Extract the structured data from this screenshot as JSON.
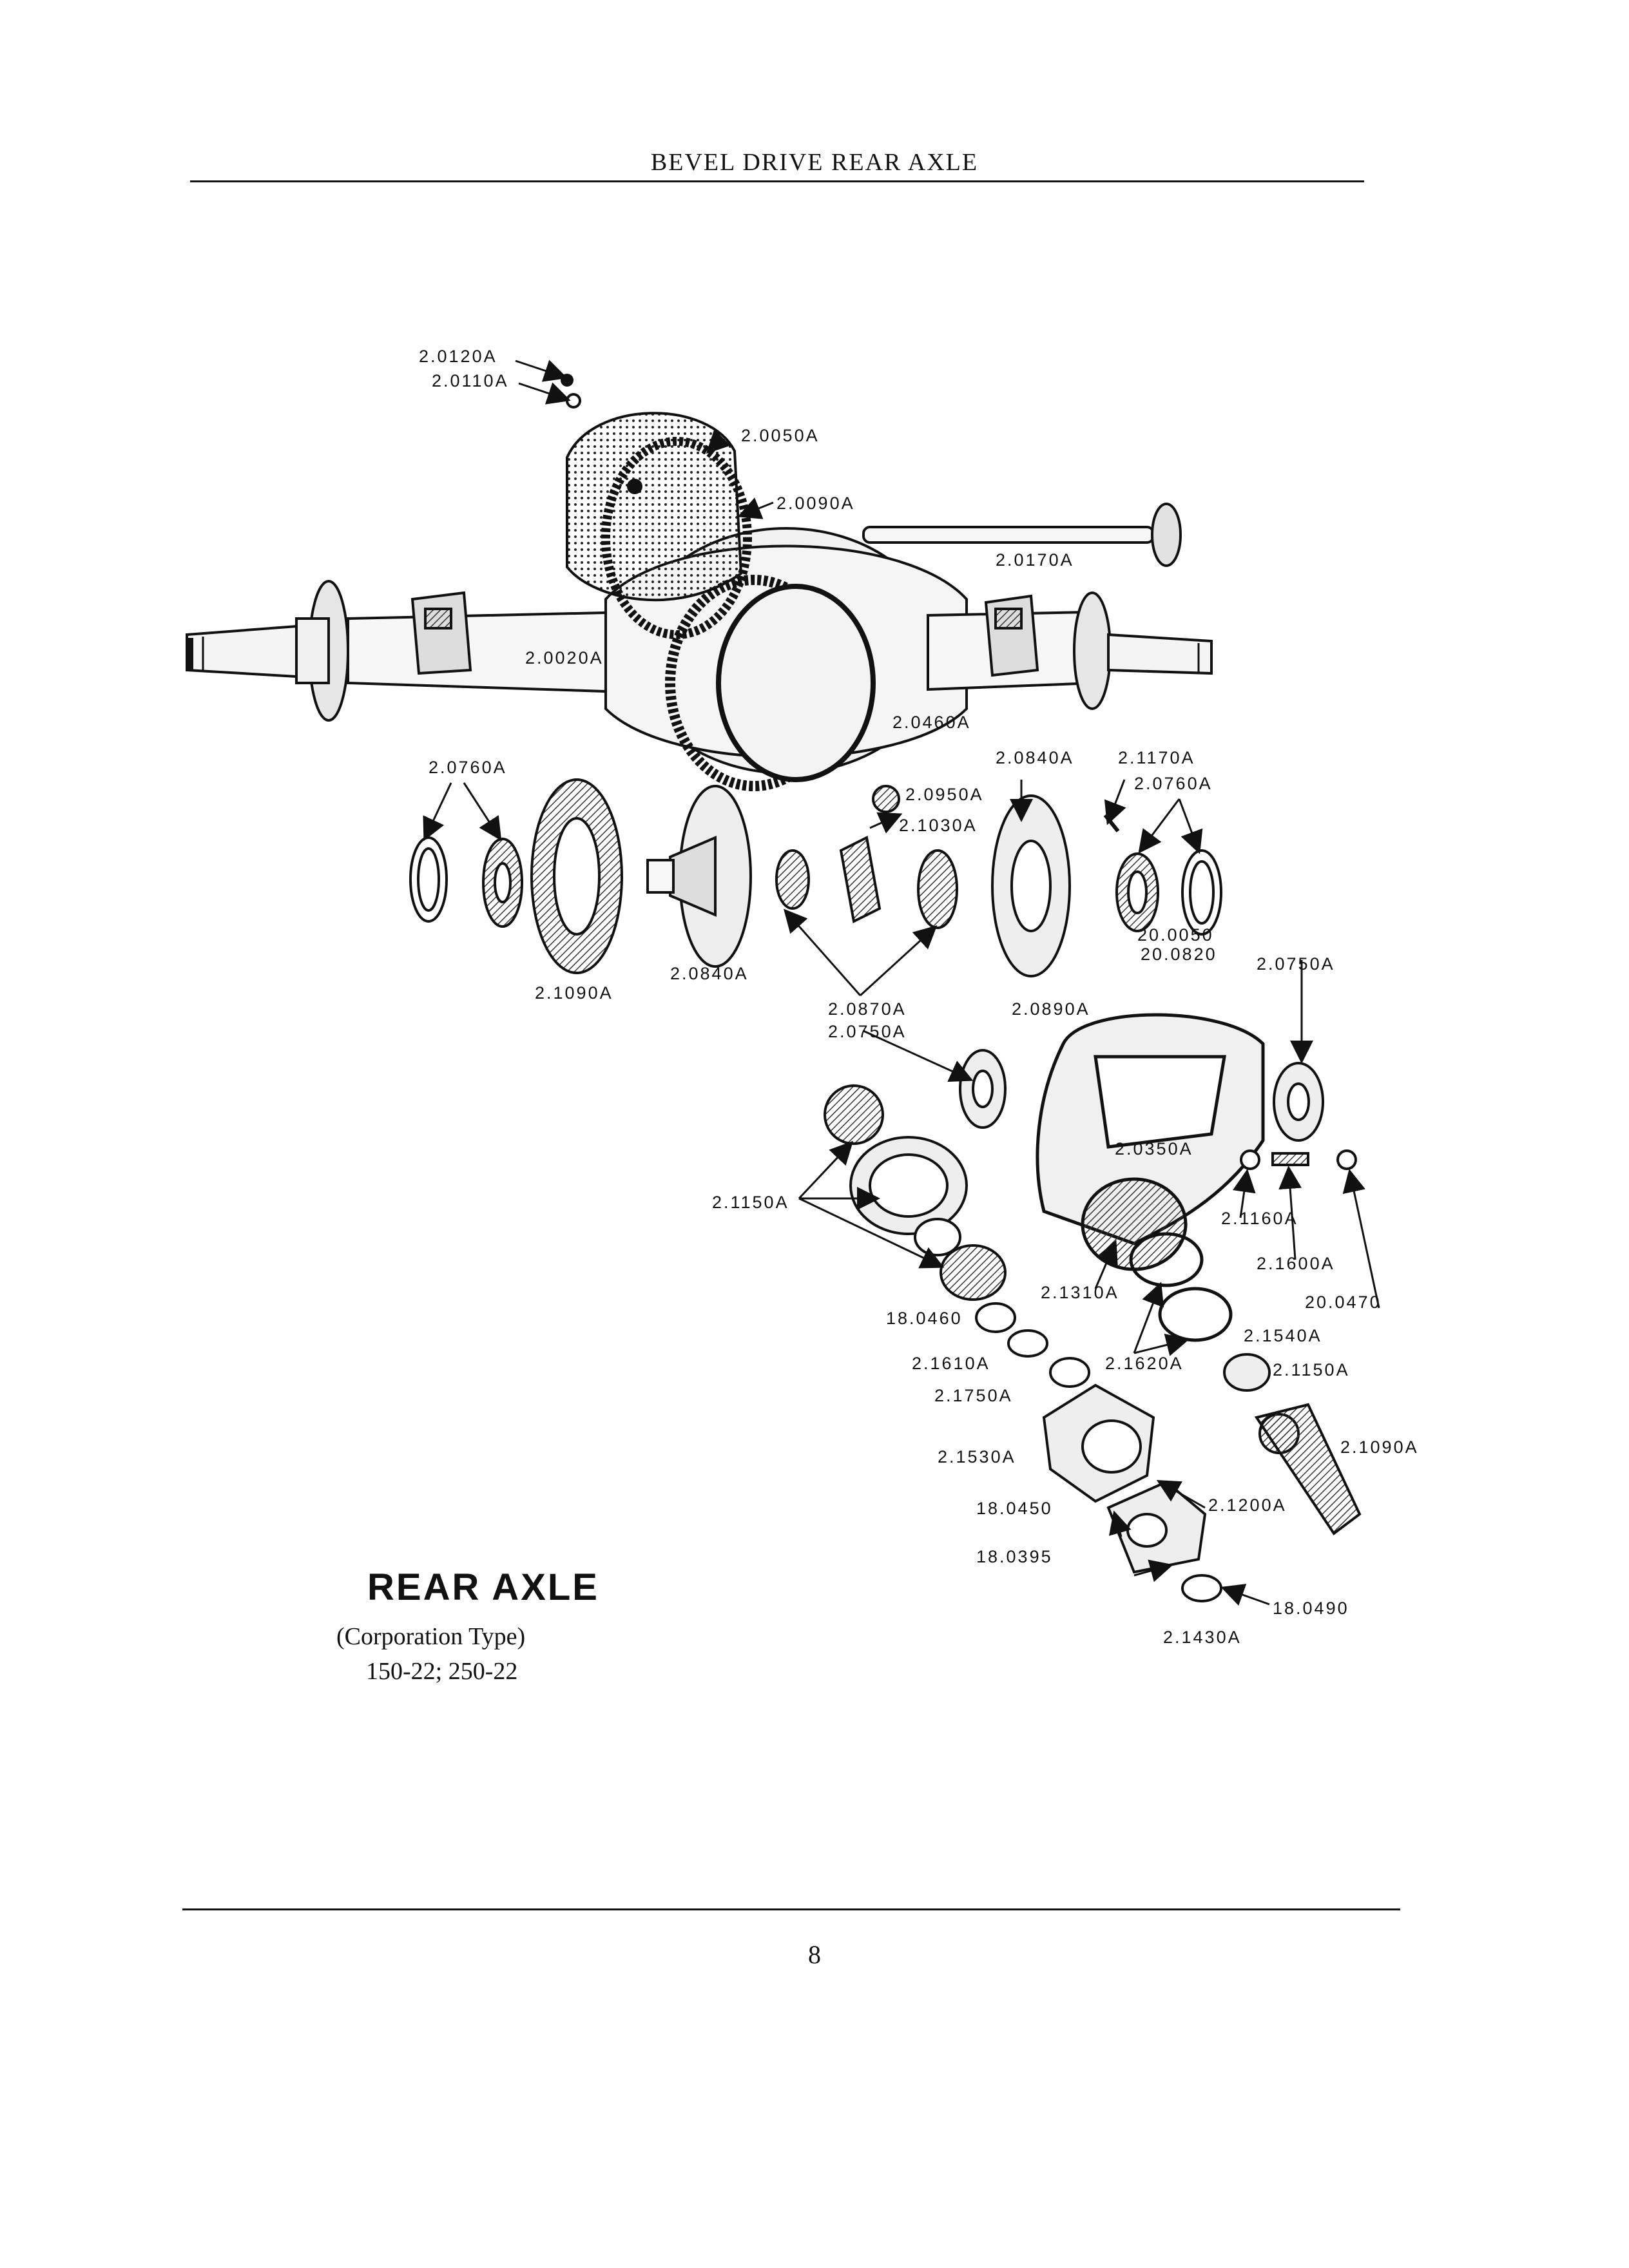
{
  "header": {
    "title": "BEVEL DRIVE REAR AXLE"
  },
  "caption": {
    "title": "REAR AXLE",
    "subtitle": "(Corporation Type)",
    "models": "150-22; 250-22"
  },
  "page_number": "8",
  "callouts": [
    "2.0120A",
    "2.0110A",
    "2.0050A",
    "2.0090A",
    "2.0170A",
    "2.0020A",
    "2.0460A",
    "2.0760A",
    "2.0840A",
    "2.1170A",
    "2.0760A",
    "2.0950A",
    "2.1030A",
    "2.1090A",
    "2.0840A",
    "20.0050",
    "20.0820",
    "2.0750A",
    "2.0870A",
    "2.0750A",
    "2.0890A",
    "2.0350A",
    "2.1150A",
    "2.1160A",
    "2.1600A",
    "20.0470",
    "2.1310A",
    "18.0460",
    "2.1540A",
    "2.1610A",
    "2.1620A",
    "2.1150A",
    "2.1750A",
    "2.1530A",
    "2.1090A",
    "18.0450",
    "2.1200A",
    "18.0395",
    "18.0490",
    "2.1430A"
  ]
}
